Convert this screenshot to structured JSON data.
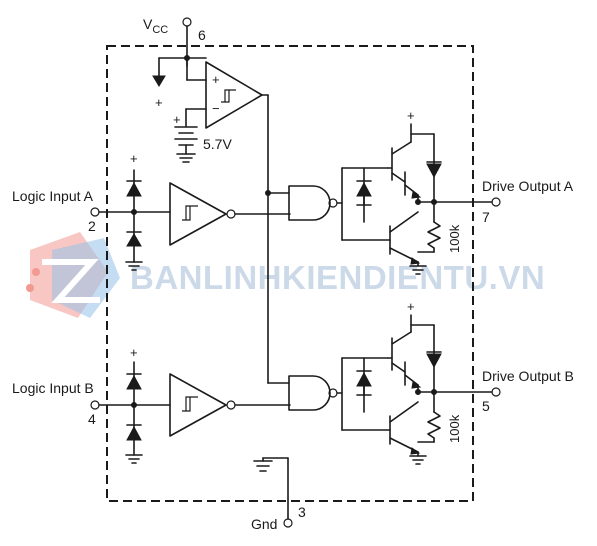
{
  "labels": {
    "vcc_main": "V",
    "vcc_sub": "CC",
    "pin_vcc": "6",
    "ref_voltage": "5.7V",
    "logic_input_a": "Logic Input A",
    "pin_input_a": "2",
    "logic_input_b": "Logic Input B",
    "pin_input_b": "4",
    "drive_output_a": "Drive Output A",
    "pin_output_a": "7",
    "drive_output_b": "Drive Output B",
    "pin_output_b": "5",
    "resistor_a": "100k",
    "resistor_b": "100k",
    "gnd": "Gnd",
    "pin_gnd": "3",
    "plus": "+",
    "watermark": "BANLINHKIENDIENTU.VN"
  },
  "colors": {
    "line": "#1a1a1a",
    "watermark_text": "#c4d3e6",
    "watermark_logo_red": "#e8463a",
    "watermark_logo_blue": "#3f8fd4"
  }
}
